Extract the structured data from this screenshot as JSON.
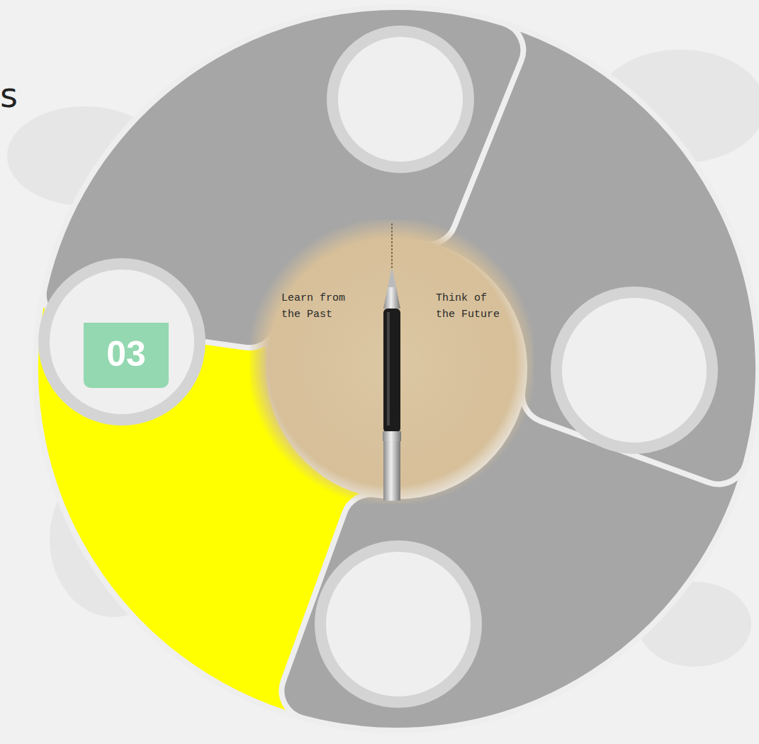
{
  "diagram": {
    "nodes": [
      {
        "text": [
          "Learn from the Past",
          "Think of the Future"
        ]
      },
      {
        "text": [
          "03"
        ]
      }
    ],
    "labels": [
      "s"
    ]
  }
}
